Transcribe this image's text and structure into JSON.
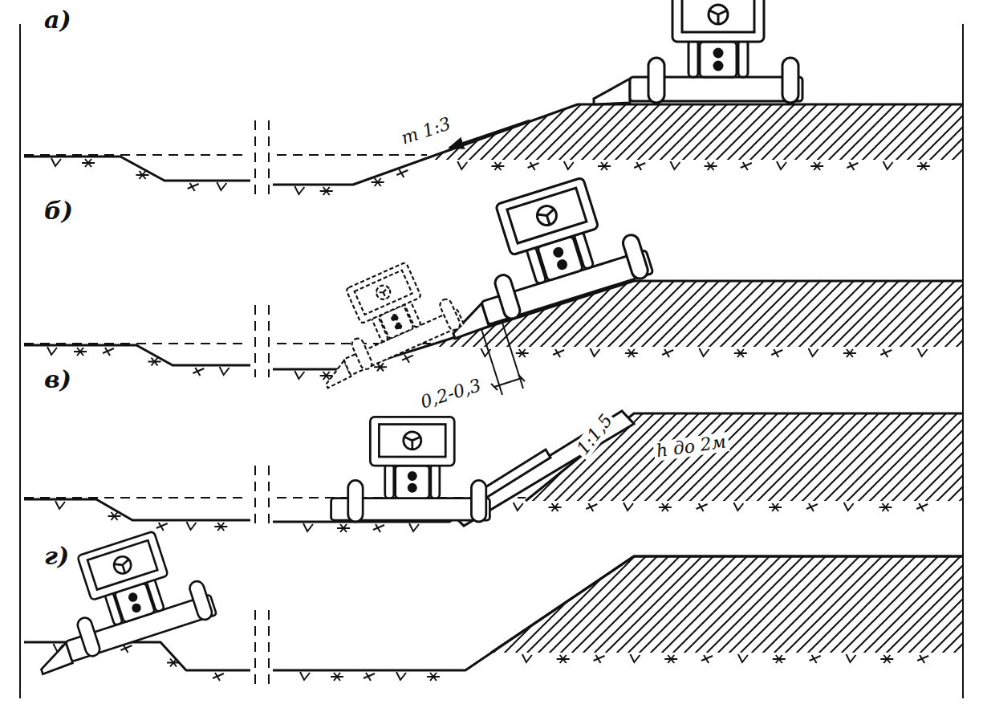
{
  "diagram": {
    "labels": [
      "а)",
      "m 1:3",
      "б)",
      "0,2-0,3",
      "в)",
      "1:1,5",
      "h до 2м",
      "г)"
    ]
  }
}
